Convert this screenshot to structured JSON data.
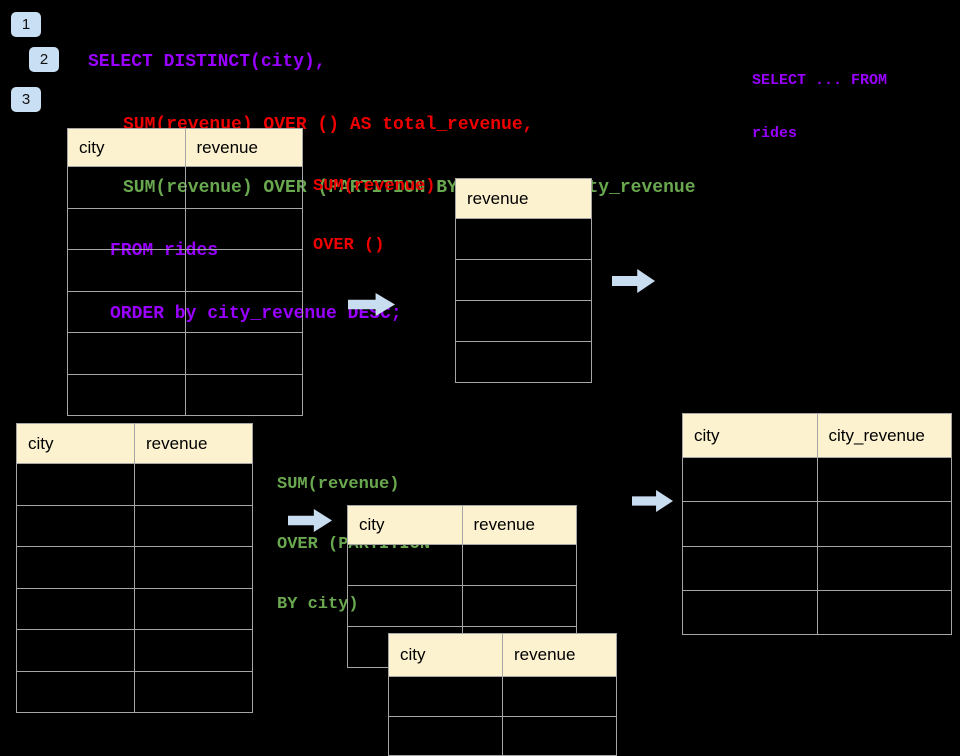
{
  "colors": {
    "bg": "#000000",
    "purple": "#9900ff",
    "red": "#ee0000",
    "green": "#6aa84f",
    "cream": "#fcf2cf",
    "border": "#a6a6a6",
    "badge": "#c9dff3",
    "arrow": "#c9ddf1"
  },
  "step_badges": [
    {
      "label": "1"
    },
    {
      "label": "2"
    },
    {
      "label": "3"
    }
  ],
  "sql_code": {
    "lines": [
      {
        "text": "SELECT DISTINCT(city),",
        "color": "purple"
      },
      {
        "text": "SUM(revenue) OVER () AS total_revenue,",
        "color": "red"
      },
      {
        "text": "SUM(revenue) OVER (PARTITION BY city) as city_revenue",
        "color": "green"
      },
      {
        "text": "FROM rides",
        "color": "purple"
      },
      {
        "text": "ORDER by city_revenue DESC;",
        "color": "purple"
      }
    ]
  },
  "side_note": {
    "line1": "SELECT ... FROM",
    "line2": "rides",
    "color": "purple"
  },
  "annotations": {
    "total": {
      "line1": "SUM(revenue)",
      "line2": "OVER ()",
      "color": "red"
    },
    "partition": {
      "line1": "SUM(revenue)",
      "line2": "OVER (PARTITION",
      "line3": "BY city)",
      "color": "green"
    }
  },
  "tables": {
    "source_top": {
      "headers": [
        "city",
        "revenue"
      ],
      "empty_rows": 6
    },
    "total_result": {
      "headers": [
        "revenue"
      ],
      "empty_rows": 4
    },
    "source_bottom": {
      "headers": [
        "city",
        "revenue"
      ],
      "empty_rows": 6
    },
    "partition_back": {
      "headers": [
        "city",
        "revenue"
      ],
      "empty_rows": 3
    },
    "partition_front": {
      "headers": [
        "city",
        "revenue"
      ],
      "empty_rows": 2
    },
    "city_result": {
      "headers": [
        "city",
        "city_revenue"
      ],
      "empty_rows": 4
    }
  }
}
